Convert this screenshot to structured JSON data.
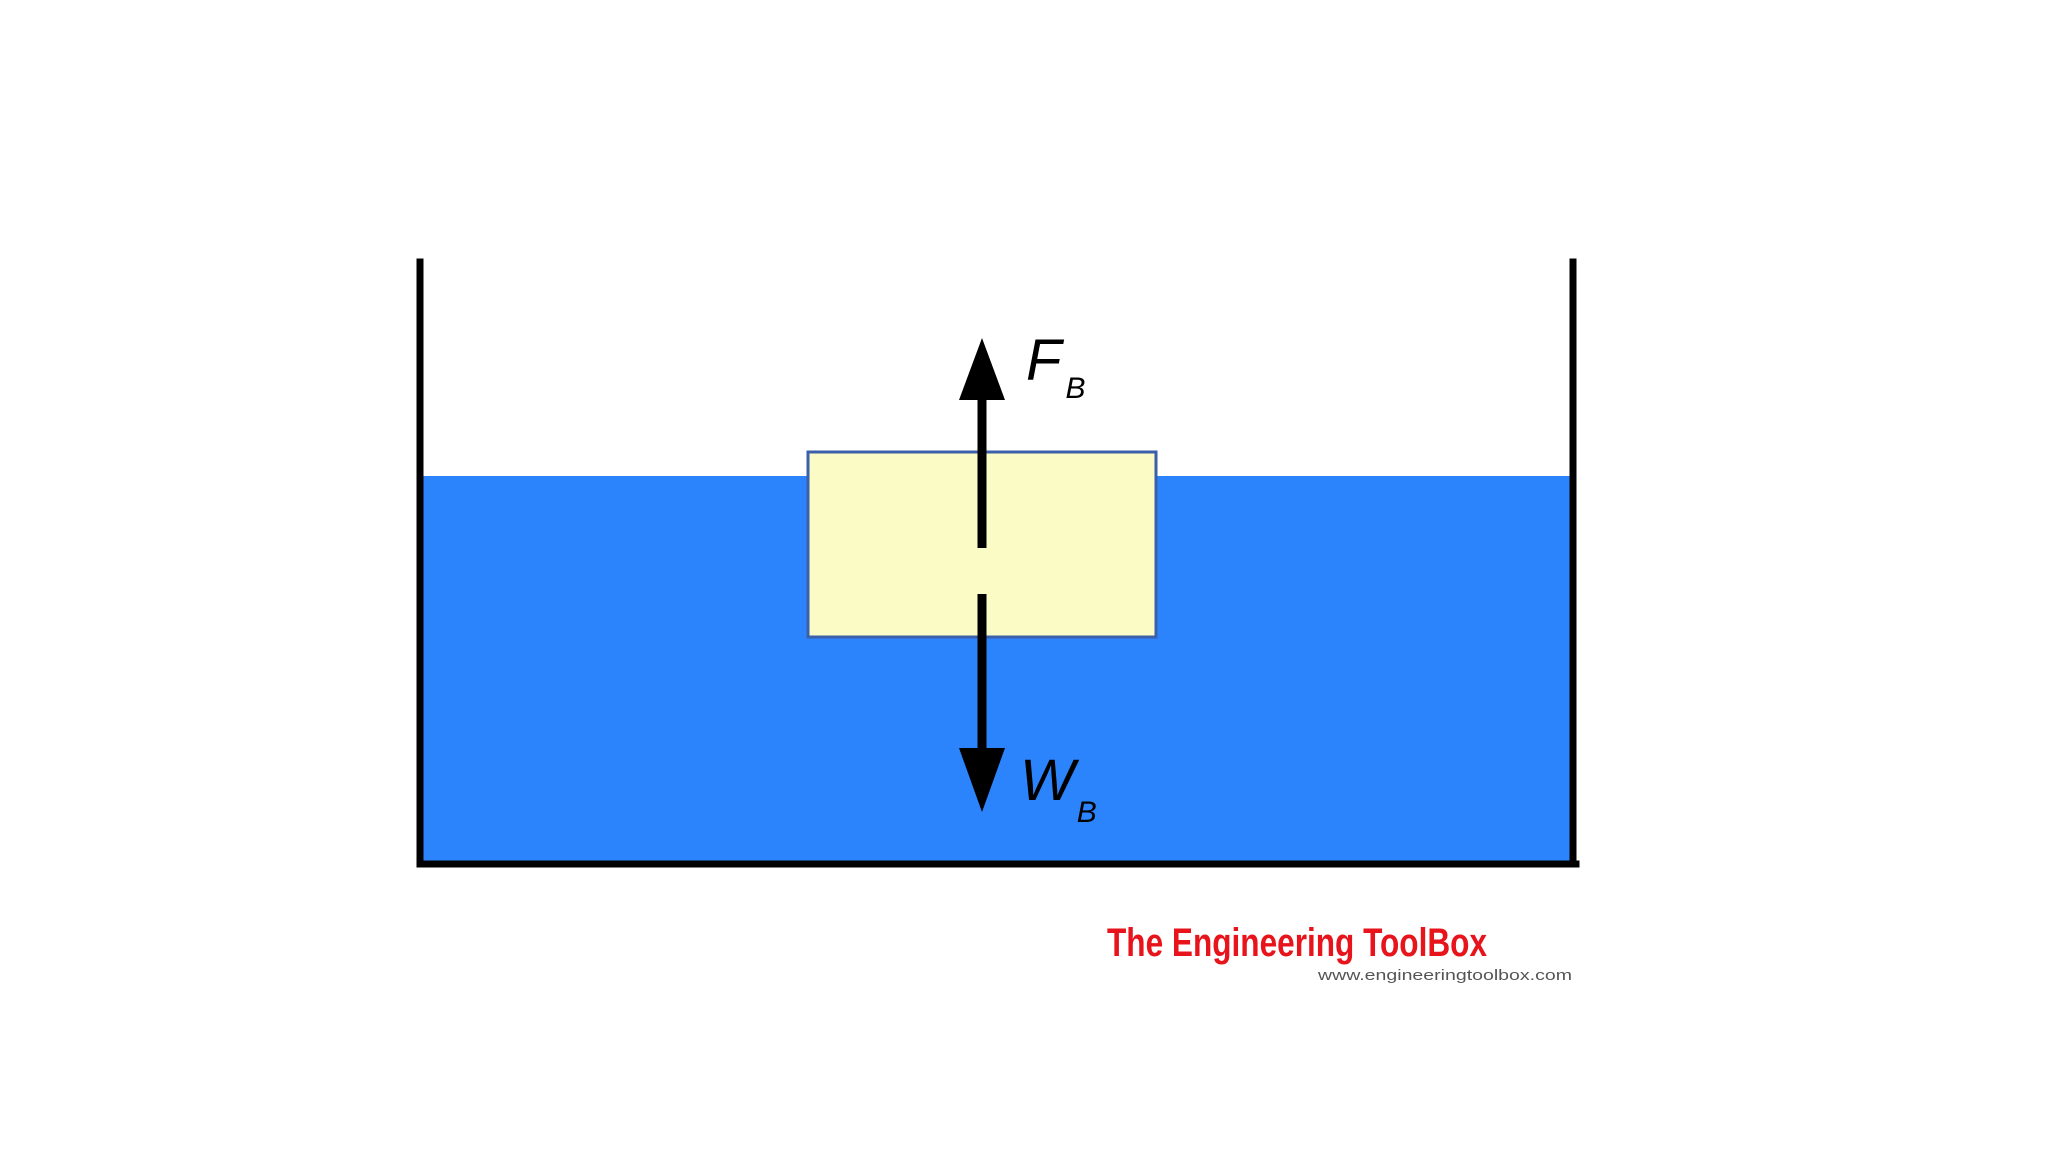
{
  "diagram": {
    "forces": {
      "buoyant": {
        "symbol": "F",
        "subscript": "B"
      },
      "weight": {
        "symbol": "W",
        "subscript": "B"
      }
    },
    "colors": {
      "liquid": "#2b84fb",
      "block_fill": "#fbfbc6",
      "block_stroke": "#3b5fa8",
      "container": "#000000",
      "arrow": "#000000"
    }
  },
  "watermark": {
    "title": "The Engineering ToolBox",
    "url": "www.engineeringtoolbox.com",
    "color": "#e8141c"
  }
}
